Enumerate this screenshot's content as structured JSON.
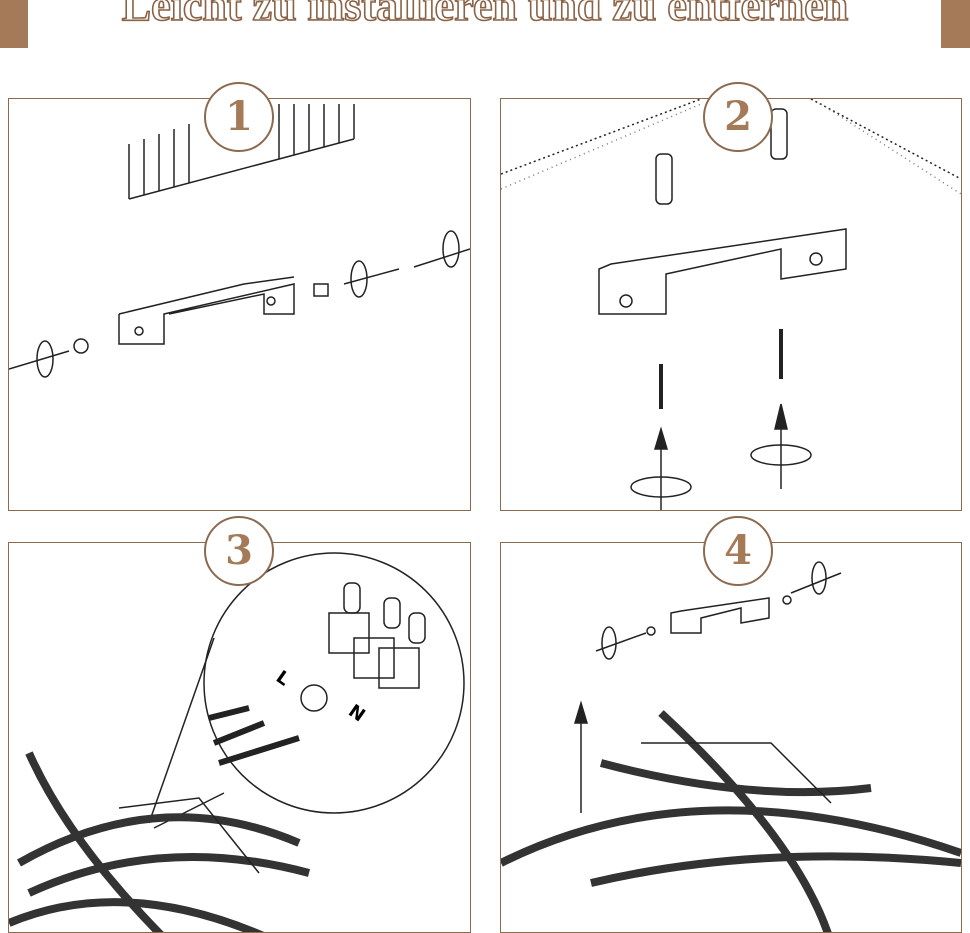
{
  "title": "Leicht zu installieren und zu entfernen",
  "colors": {
    "accent": "#a57a58",
    "border": "#8b6a50"
  },
  "steps": [
    {
      "number": "1"
    },
    {
      "number": "2"
    },
    {
      "number": "3"
    },
    {
      "number": "4"
    }
  ],
  "wiring_labels": {
    "live": "L",
    "neutral": "N"
  }
}
